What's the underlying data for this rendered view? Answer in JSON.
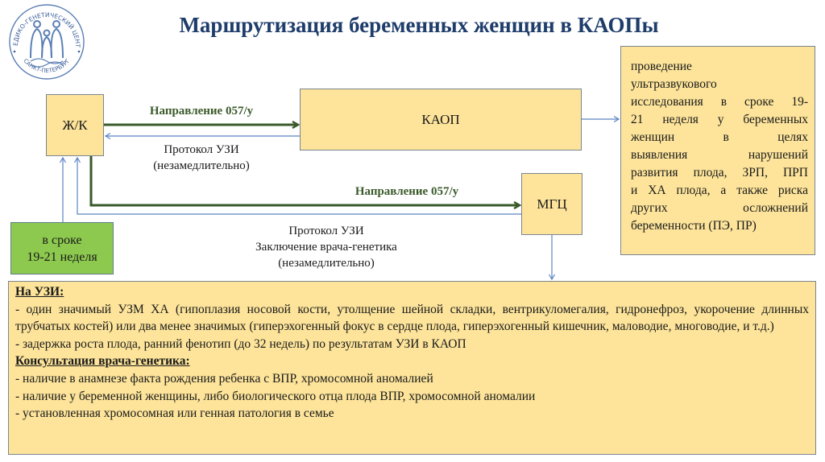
{
  "title": "Маршрутизация беременных женщин в КАОПы",
  "logo": {
    "icon": "medical-genetic-center-logo-icon",
    "text_top": "МЕДИКО-ГЕНЕТИЧЕСКИЙ ЦЕНТР",
    "text_bottom": "САНКТ-ПЕТЕРБУРГ"
  },
  "nodes": {
    "zhk": "Ж/К",
    "kaop": "КАОП",
    "mgc": "МГЦ",
    "timing": [
      "в сроке",
      "19-21 неделя"
    ]
  },
  "edges": {
    "zhk_to_kaop": "Направление 057/у",
    "kaop_to_zhk": [
      "Протокол УЗИ",
      "(незамедлительно)"
    ],
    "zhk_to_mgc": "Направление 057/у",
    "mgc_to_zhk": [
      "Протокол УЗИ",
      "Заключение врача-генетика",
      "(незамедлительно)"
    ]
  },
  "kaop_purpose": [
    "проведение",
    "ультразвукового",
    "исследования в сроке 19-",
    "21 неделя у беременных",
    "женщин в целях",
    "выявления нарушений",
    "развития плода, ЗРП, ПРП",
    "и ХА плода, а также риска",
    "других осложнений",
    "беременности (ПЭ, ПР)"
  ],
  "criteria": {
    "uzi_heading": "На УЗИ:",
    "uzi_items": [
      "- один значимый УЗМ ХА (гипоплазия носовой кости, утолщение шейной складки, вентрикуломегалия, гидронефроз, укорочение длинных трубчатых костей) или два менее значимых (гиперэхогенный фокус в сердце плода, гиперэхогенный кишечник, маловодие, многоводие, и т.д.)",
      "- задержка роста плода, ранний фенотип (до 32 недель) по результатам УЗИ в КАОП"
    ],
    "genetics_heading": "Консультация врача-генетика:",
    "genetics_items": [
      "- наличие в анамнезе факта рождения ребенка с ВПР, хромосомной аномалией",
      "- наличие у беременной женщины, либо биологического отца плода ВПР, хромосомной аномалии",
      "- установленная хромосомная или генная патология в семье"
    ]
  },
  "colors": {
    "box_fill": "#fde49a",
    "green_box_fill": "#8dc94f",
    "green_arrow": "#3a5a2a",
    "blue_arrow": "#5b84c4",
    "title": "#1f3d6b"
  }
}
